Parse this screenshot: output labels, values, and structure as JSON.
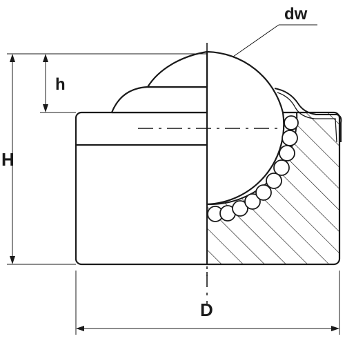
{
  "labels": {
    "dw": "dw",
    "h": "h",
    "H": "H",
    "D": "D"
  },
  "colors": {
    "line": "#1a1a1a",
    "background": "#ffffff"
  }
}
